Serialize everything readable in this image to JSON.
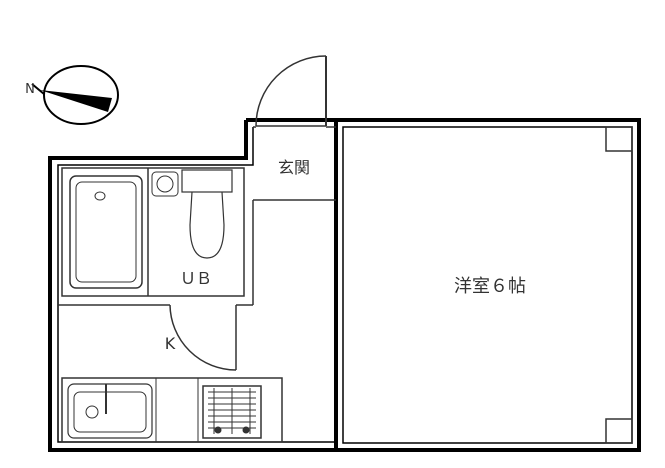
{
  "floorplan": {
    "rooms": {
      "entrance": "玄関",
      "unit_bath": "ＵＢ",
      "kitchen": "K",
      "western_room": "洋室６帖"
    },
    "compass": {
      "north_label": "N",
      "icon": "compass-icon"
    },
    "colors": {
      "wall": "#000000",
      "line": "#333333",
      "background": "#ffffff"
    }
  }
}
